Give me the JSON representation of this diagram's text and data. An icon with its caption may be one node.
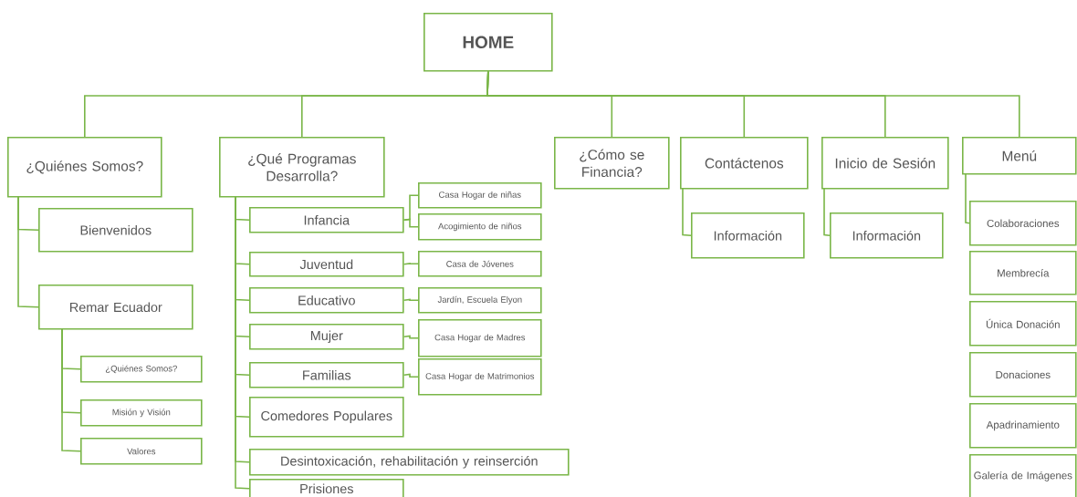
{
  "diagram": {
    "nodes": [
      {
        "text": [
          "HOME"
        ]
      },
      {
        "text": [
          "¿Quiénes Somos?"
        ]
      },
      {
        "text": [
          "Bienvenidos"
        ]
      },
      {
        "text": [
          "Remar Ecuador"
        ]
      },
      {
        "text": [
          "¿Quiénes Somos?"
        ]
      },
      {
        "text": [
          "Misión y Visión"
        ]
      },
      {
        "text": [
          "Valores"
        ]
      },
      {
        "text": [
          "¿Qué Programas Desarrolla?"
        ]
      },
      {
        "text": [
          "Infancia"
        ]
      },
      {
        "text": [
          "Casa Hogar de niñas"
        ]
      },
      {
        "text": [
          "Acogimiento de niños"
        ]
      },
      {
        "text": [
          "Juventud"
        ]
      },
      {
        "text": [
          "Casa de Jóvenes"
        ]
      },
      {
        "text": [
          "Educativo"
        ]
      },
      {
        "text": [
          "Jardín, Escuela Elyon"
        ]
      },
      {
        "text": [
          "Mujer"
        ]
      },
      {
        "text": [
          "Casa Hogar de Madres"
        ]
      },
      {
        "text": [
          "Familias"
        ]
      },
      {
        "text": [
          "Casa Hogar de Matrimonios"
        ]
      },
      {
        "text": [
          "Comedores Populares"
        ]
      },
      {
        "text": [
          "Desintoxicación, rehabilitación y reinserción"
        ]
      },
      {
        "text": [
          "Prisiones"
        ]
      },
      {
        "text": [
          "¿Cómo se Financia?"
        ]
      },
      {
        "text": [
          "Contáctenos"
        ]
      },
      {
        "text": [
          "Información"
        ]
      },
      {
        "text": [
          "Inicio de Sesión"
        ]
      },
      {
        "text": [
          "Información"
        ]
      },
      {
        "text": [
          "Menú"
        ]
      },
      {
        "text": [
          "Colaboraciones"
        ]
      },
      {
        "text": [
          "Membrecía"
        ]
      },
      {
        "text": [
          "Única Donación"
        ]
      },
      {
        "text": [
          "Donaciones"
        ]
      },
      {
        "text": [
          "Apadrinamiento"
        ]
      },
      {
        "text": [
          "Galería de Imágenes"
        ]
      }
    ],
    "edges": [
      {
        "from": 0,
        "to": 1,
        "arrow": "none"
      },
      {
        "from": 0,
        "to": 7,
        "arrow": "none"
      },
      {
        "from": 0,
        "to": 22,
        "arrow": "none"
      },
      {
        "from": 0,
        "to": 23,
        "arrow": "none"
      },
      {
        "from": 0,
        "to": 25,
        "arrow": "none"
      },
      {
        "from": 0,
        "to": 27,
        "arrow": "none"
      },
      {
        "from": 1,
        "to": 2,
        "arrow": "none"
      },
      {
        "from": 1,
        "to": 3,
        "arrow": "none"
      },
      {
        "from": 3,
        "to": 4,
        "arrow": "none"
      },
      {
        "from": 3,
        "to": 5,
        "arrow": "none"
      },
      {
        "from": 3,
        "to": 6,
        "arrow": "none"
      },
      {
        "from": 7,
        "to": 8,
        "arrow": "none"
      },
      {
        "from": 7,
        "to": 11,
        "arrow": "none"
      },
      {
        "from": 7,
        "to": 13,
        "arrow": "none"
      },
      {
        "from": 7,
        "to": 15,
        "arrow": "none"
      },
      {
        "from": 7,
        "to": 17,
        "arrow": "none"
      },
      {
        "from": 7,
        "to": 19,
        "arrow": "none"
      },
      {
        "from": 7,
        "to": 20,
        "arrow": "none"
      },
      {
        "from": 7,
        "to": 21,
        "arrow": "none"
      },
      {
        "from": 8,
        "to": 9,
        "arrow": "none"
      },
      {
        "from": 8,
        "to": 10,
        "arrow": "none"
      },
      {
        "from": 11,
        "to": 12,
        "arrow": "none"
      },
      {
        "from": 13,
        "to": 14,
        "arrow": "none"
      },
      {
        "from": 15,
        "to": 16,
        "arrow": "none"
      },
      {
        "from": 17,
        "to": 18,
        "arrow": "none"
      },
      {
        "from": 23,
        "to": 24,
        "arrow": "none"
      },
      {
        "from": 25,
        "to": 26,
        "arrow": "none"
      },
      {
        "from": 27,
        "to": 28,
        "arrow": "none"
      }
    ]
  }
}
